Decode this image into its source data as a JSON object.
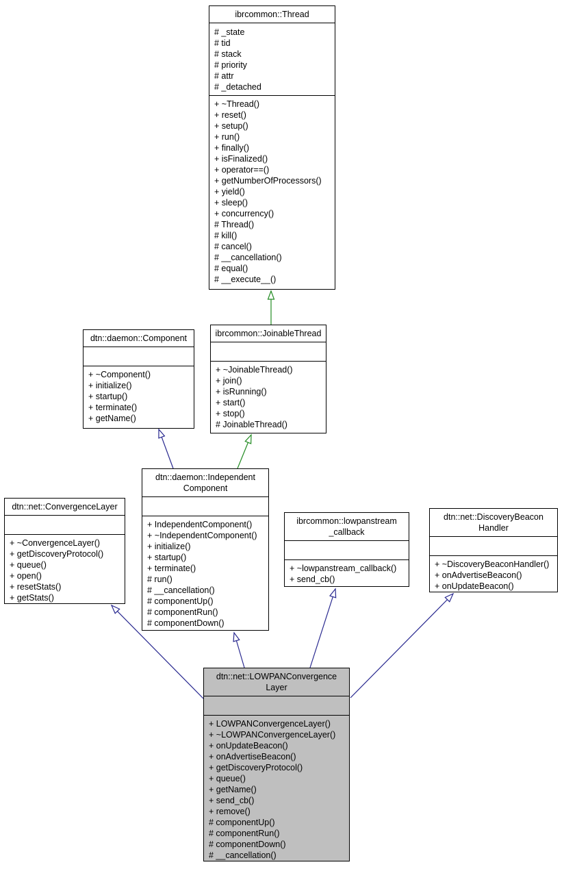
{
  "diagram": {
    "type": "uml-class-inheritance-graph",
    "colors": {
      "public_inheritance_arrow": "#28288f",
      "protected_inheritance_arrow": "#228b22",
      "class_fill": "#ffffff",
      "highlighted_class_fill": "#bfbfbf",
      "border": "#000000",
      "background": "#ffffff"
    },
    "classes": {
      "thread": {
        "title": "ibrcommon::Thread",
        "attributes": [
          "# _state",
          "# tid",
          "# stack",
          "# priority",
          "# attr",
          "# _detached"
        ],
        "methods": [
          "+ ~Thread()",
          "+ reset()",
          "+ setup()",
          "+ run()",
          "+ finally()",
          "+ isFinalized()",
          "+ operator==()",
          "+ getNumberOfProcessors()",
          "+ yield()",
          "+ sleep()",
          "+ concurrency()",
          "# Thread()",
          "# kill()",
          "# cancel()",
          "# __cancellation()",
          "# equal()",
          "# __execute__()"
        ]
      },
      "component": {
        "title": "dtn::daemon::Component",
        "attributes": [],
        "methods": [
          "+ ~Component()",
          "+ initialize()",
          "+ startup()",
          "+ terminate()",
          "+ getName()"
        ]
      },
      "joinable_thread": {
        "title": "ibrcommon::JoinableThread",
        "attributes": [],
        "methods": [
          "+ ~JoinableThread()",
          "+ join()",
          "+ isRunning()",
          "+ start()",
          "+ stop()",
          "# JoinableThread()"
        ]
      },
      "independent_component": {
        "title": "dtn::daemon::Independent\nComponent",
        "attributes": [],
        "methods": [
          "+ IndependentComponent()",
          "+ ~IndependentComponent()",
          "+ initialize()",
          "+ startup()",
          "+ terminate()",
          "# run()",
          "# __cancellation()",
          "# componentUp()",
          "# componentRun()",
          "# componentDown()"
        ]
      },
      "convergence_layer": {
        "title": "dtn::net::ConvergenceLayer",
        "attributes": [],
        "methods": [
          "+ ~ConvergenceLayer()",
          "+ getDiscoveryProtocol()",
          "+ queue()",
          "+ open()",
          "+ resetStats()",
          "+ getStats()"
        ]
      },
      "lowpanstream_callback": {
        "title": "ibrcommon::lowpanstream\n_callback",
        "attributes": [],
        "methods": [
          "+ ~lowpanstream_callback()",
          "+ send_cb()"
        ]
      },
      "discovery_beacon_handler": {
        "title": "dtn::net::DiscoveryBeacon\nHandler",
        "attributes": [],
        "methods": [
          "+ ~DiscoveryBeaconHandler()",
          "+ onAdvertiseBeacon()",
          "+ onUpdateBeacon()"
        ]
      },
      "lowpan_convergence_layer": {
        "title": "dtn::net::LOWPANConvergence\nLayer",
        "highlighted": true,
        "attributes": [],
        "methods": [
          "+ LOWPANConvergenceLayer()",
          "+ ~LOWPANConvergenceLayer()",
          "+ onUpdateBeacon()",
          "+ onAdvertiseBeacon()",
          "+ getDiscoveryProtocol()",
          "+ queue()",
          "+ getName()",
          "+ send_cb()",
          "+ remove()",
          "# componentUp()",
          "# componentRun()",
          "# componentDown()",
          "# __cancellation()"
        ]
      }
    },
    "edges": [
      {
        "from": "joinable_thread",
        "to": "thread",
        "kind": "protected-inheritance"
      },
      {
        "from": "independent_component",
        "to": "component",
        "kind": "public-inheritance"
      },
      {
        "from": "independent_component",
        "to": "joinable_thread",
        "kind": "protected-inheritance"
      },
      {
        "from": "lowpan_convergence_layer",
        "to": "convergence_layer",
        "kind": "public-inheritance"
      },
      {
        "from": "lowpan_convergence_layer",
        "to": "independent_component",
        "kind": "public-inheritance"
      },
      {
        "from": "lowpan_convergence_layer",
        "to": "lowpanstream_callback",
        "kind": "public-inheritance"
      },
      {
        "from": "lowpan_convergence_layer",
        "to": "discovery_beacon_handler",
        "kind": "public-inheritance"
      }
    ]
  }
}
